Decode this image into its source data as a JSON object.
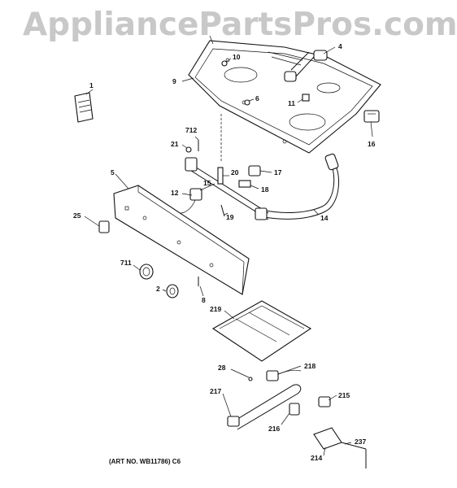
{
  "watermark": "AppliancePartsPros.com",
  "caption": "(ART NO. WB11786) C6",
  "callouts": {
    "c1": "1",
    "c2": "2",
    "c4": "4",
    "c5": "5",
    "c6": "6",
    "c8": "8",
    "c9": "9",
    "c10": "10",
    "c11": "11",
    "c12": "12",
    "c14": "14",
    "c15": "15",
    "c16": "16",
    "c17": "17",
    "c18": "18",
    "c19": "19",
    "c20": "20",
    "c21": "21",
    "c25": "25",
    "c28": "28",
    "c214": "214",
    "c215": "215",
    "c216": "216",
    "c217": "217",
    "c218": "218",
    "c219": "219",
    "c237": "237",
    "c711": "711",
    "c712": "712"
  }
}
